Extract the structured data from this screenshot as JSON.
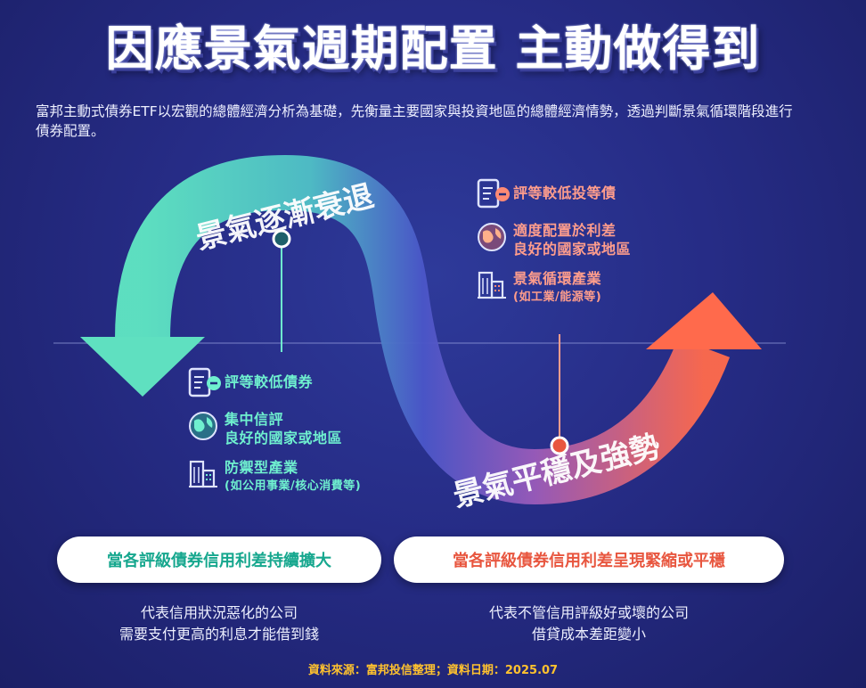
{
  "title": "因應景氣週期配置  主動做得到",
  "intro": "富邦主動式債券ETF以宏觀的總體經濟分析為基礎，先衡量主要國家與投資地區的總體經濟情勢，透過判斷景氣循環階段進行債券配置。",
  "wave": {
    "decline_label": "景氣逐漸衰退",
    "stable_label": "景氣平穩及強勢"
  },
  "left_panel": {
    "item1": "評等較低債券",
    "item2_line1": "集中信評",
    "item2_line2": "良好的國家或地區",
    "item3_line1": "防禦型產業",
    "item3_line2": "(如公用事業/核心消費等)"
  },
  "right_panel": {
    "item1": "評等較低投等債",
    "item2_line1": "適度配置於利差",
    "item2_line2": "良好的國家或地區",
    "item3_line1": "景氣循環產業",
    "item3_line2": "(如工業/能源等)"
  },
  "bottom": {
    "left_pill": "當各評級債券信用利差持續擴大",
    "left_caption_line1": "代表信用狀況惡化的公司",
    "left_caption_line2": "需要支付更高的利息才能借到錢",
    "right_pill": "當各評級債券信用利差呈現緊縮或平穩",
    "right_caption_line1": "代表不管信用評級好或壞的公司",
    "right_caption_line2": "借貸成本差距變小"
  },
  "source": "資料來源：富邦投信整理；資料日期：2025.07",
  "colors": {
    "teal": "#5fe0c0",
    "orange": "#ff6a4c",
    "navy": "#262c86",
    "source_gold": "#ffc22e"
  }
}
